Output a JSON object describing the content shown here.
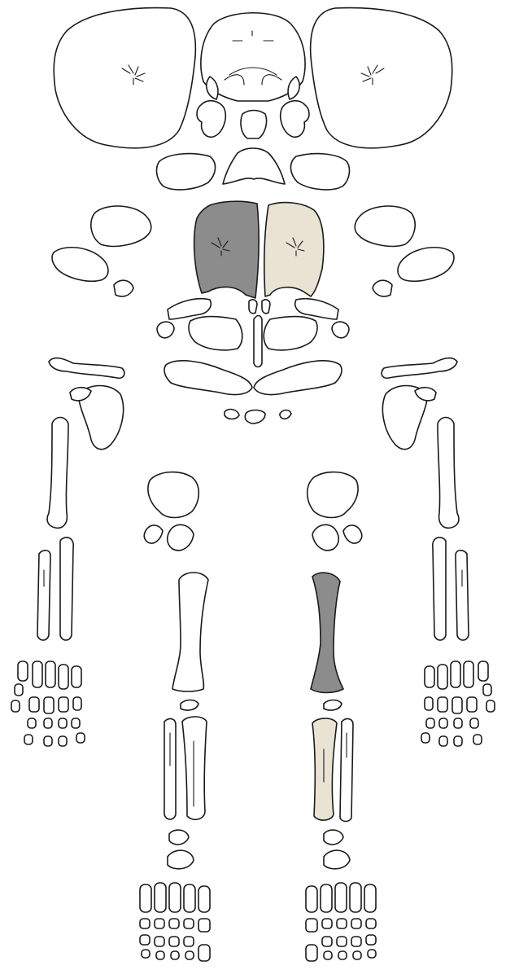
{
  "colors": {
    "background": "#ffffff",
    "outline": "#1a1a1a",
    "bone_default": "#ffffff",
    "bone_highlight_dark": "#8c8c8c",
    "bone_highlight_light": "#e8e3d3"
  },
  "highlighted_bones": {
    "dark_grey": [
      "left-ilium",
      "right-femur"
    ],
    "beige": [
      "right-ilium",
      "right-tibia"
    ]
  }
}
